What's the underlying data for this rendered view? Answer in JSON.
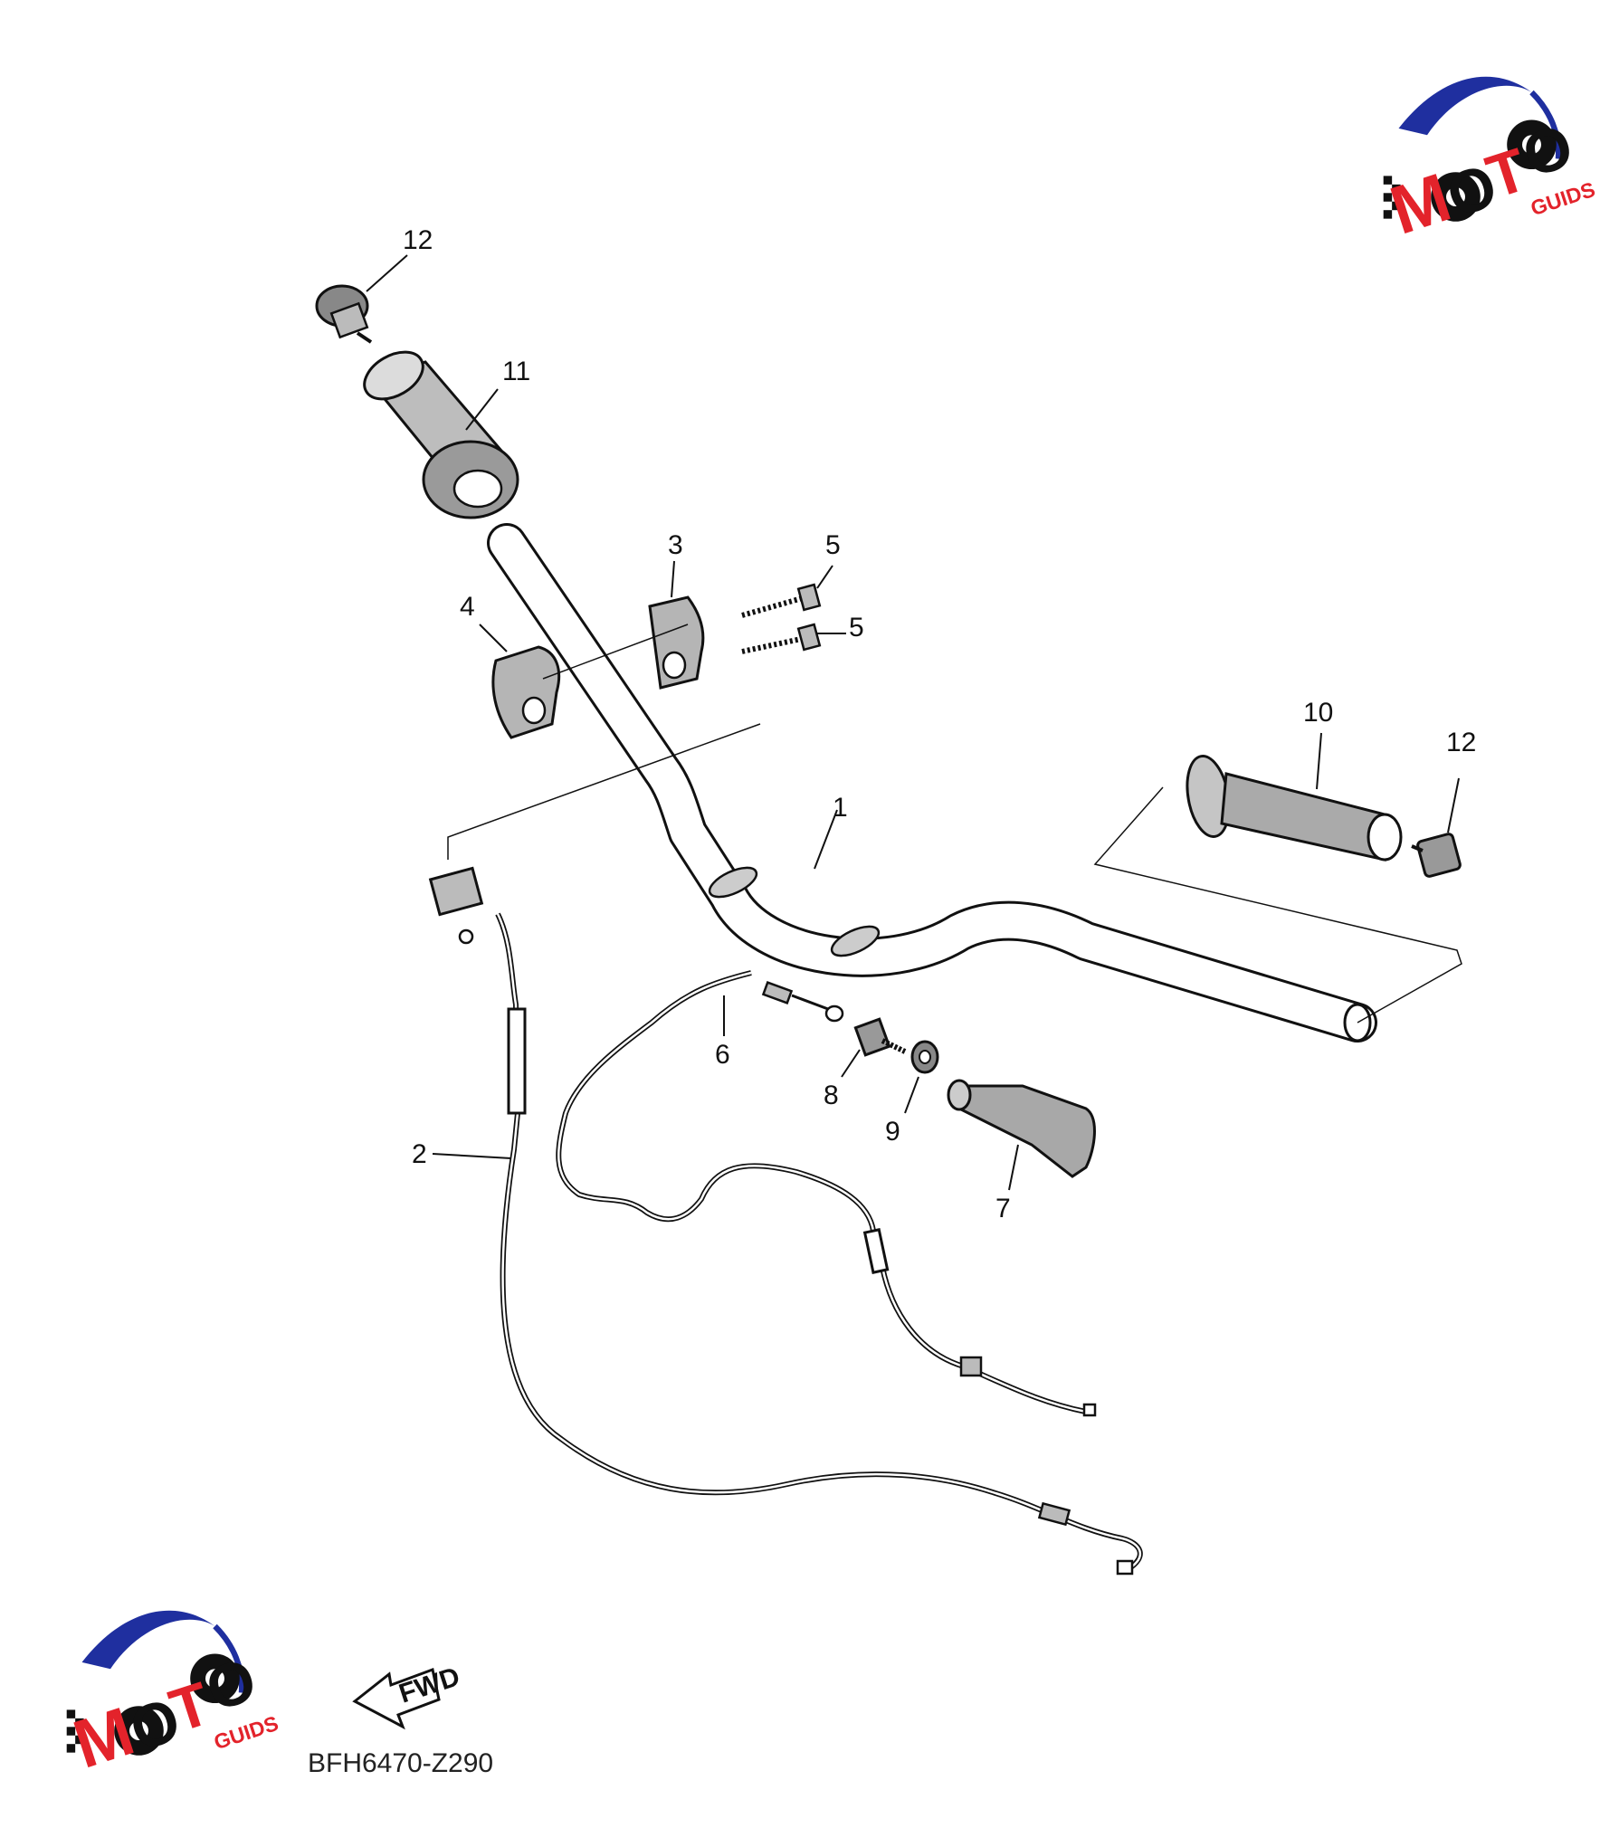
{
  "diagram": {
    "code": "BFH6470-Z290",
    "fwd_label": "FWD",
    "callouts": [
      "12",
      "11",
      "3",
      "5",
      "5",
      "4",
      "10",
      "12",
      "1",
      "6",
      "8",
      "9",
      "7",
      "2"
    ]
  },
  "logo": {
    "letters": [
      "M",
      "O",
      "T",
      "O"
    ],
    "suffix": "GUIDS",
    "colors": {
      "red": "#e3232b",
      "blue": "#1f2f9f",
      "black": "#111111"
    }
  }
}
